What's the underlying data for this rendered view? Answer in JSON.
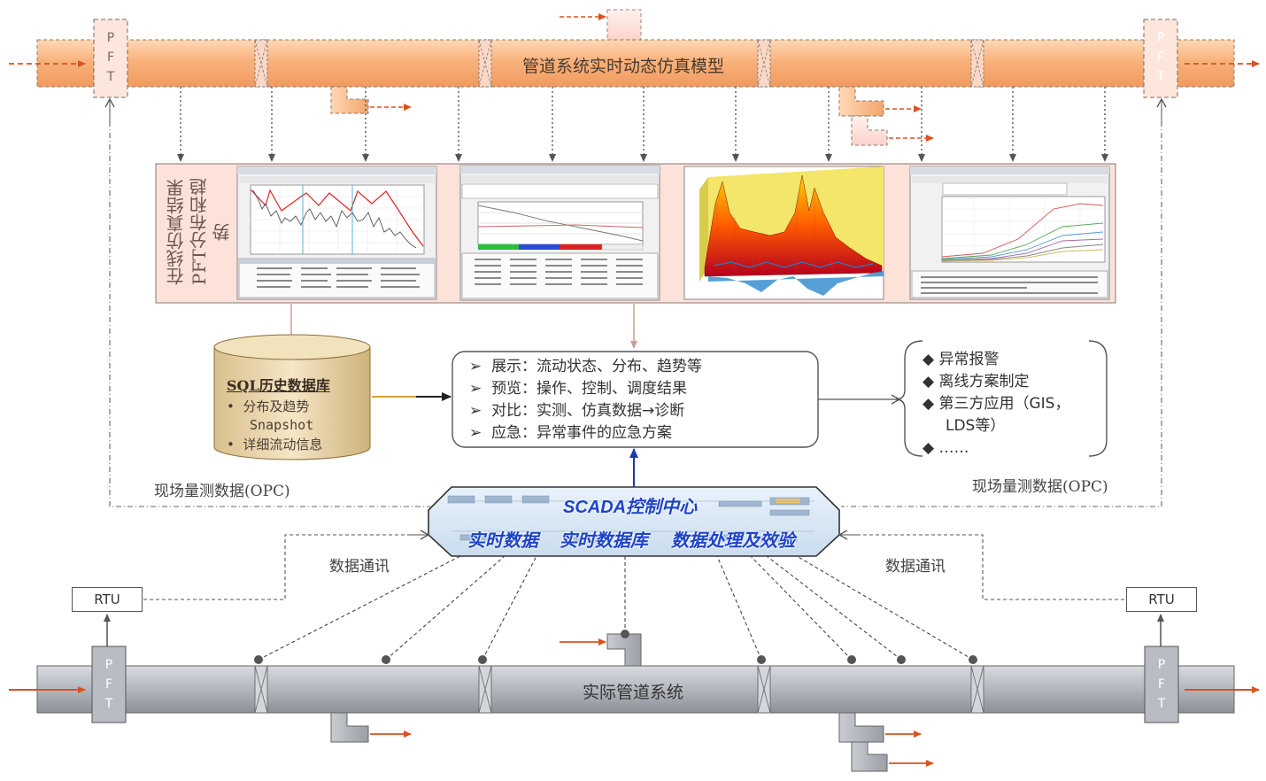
{
  "model_pipe": {
    "title": "管道系统实时动态仿真模型"
  },
  "pft_letters": [
    "P",
    "F",
    "T"
  ],
  "results_panel": {
    "title": "在线仿真结果PFT分布和趋势"
  },
  "database": {
    "title": "SQL历史数据库",
    "items": [
      "分布及趋势",
      "Snapshot",
      "详细流动信息"
    ]
  },
  "functions": {
    "items": [
      "展示：流动状态、分布、趋势等",
      "预览：操作、控制、调度结果",
      "对比：实测、仿真数据→诊断",
      "应急：异常事件的应急方案"
    ]
  },
  "outputs": {
    "items": [
      "异常报警",
      "离线方案制定",
      "第三方应用（GIS，",
      "LDS等）",
      "……"
    ]
  },
  "field_data": {
    "left": "现场量测数据(OPC)",
    "right": "现场量测数据(OPC)"
  },
  "comm": {
    "left": "数据通讯",
    "right": "数据通讯"
  },
  "scada": {
    "title": "SCADA控制中心",
    "subtitle_1": "实时数据",
    "subtitle_2": "实时数据库",
    "subtitle_3": "数据处理及效验"
  },
  "rtu": {
    "left": "RTU",
    "right": "RTU"
  },
  "real_pipe": {
    "title": "实际管道系统"
  },
  "colors": {
    "model_pipe": "#f8b27c",
    "real_pipe": "#a9adb4",
    "arrow": "#d9531e",
    "db": "#e9d6ae",
    "scada_text": "#1d43c9"
  }
}
